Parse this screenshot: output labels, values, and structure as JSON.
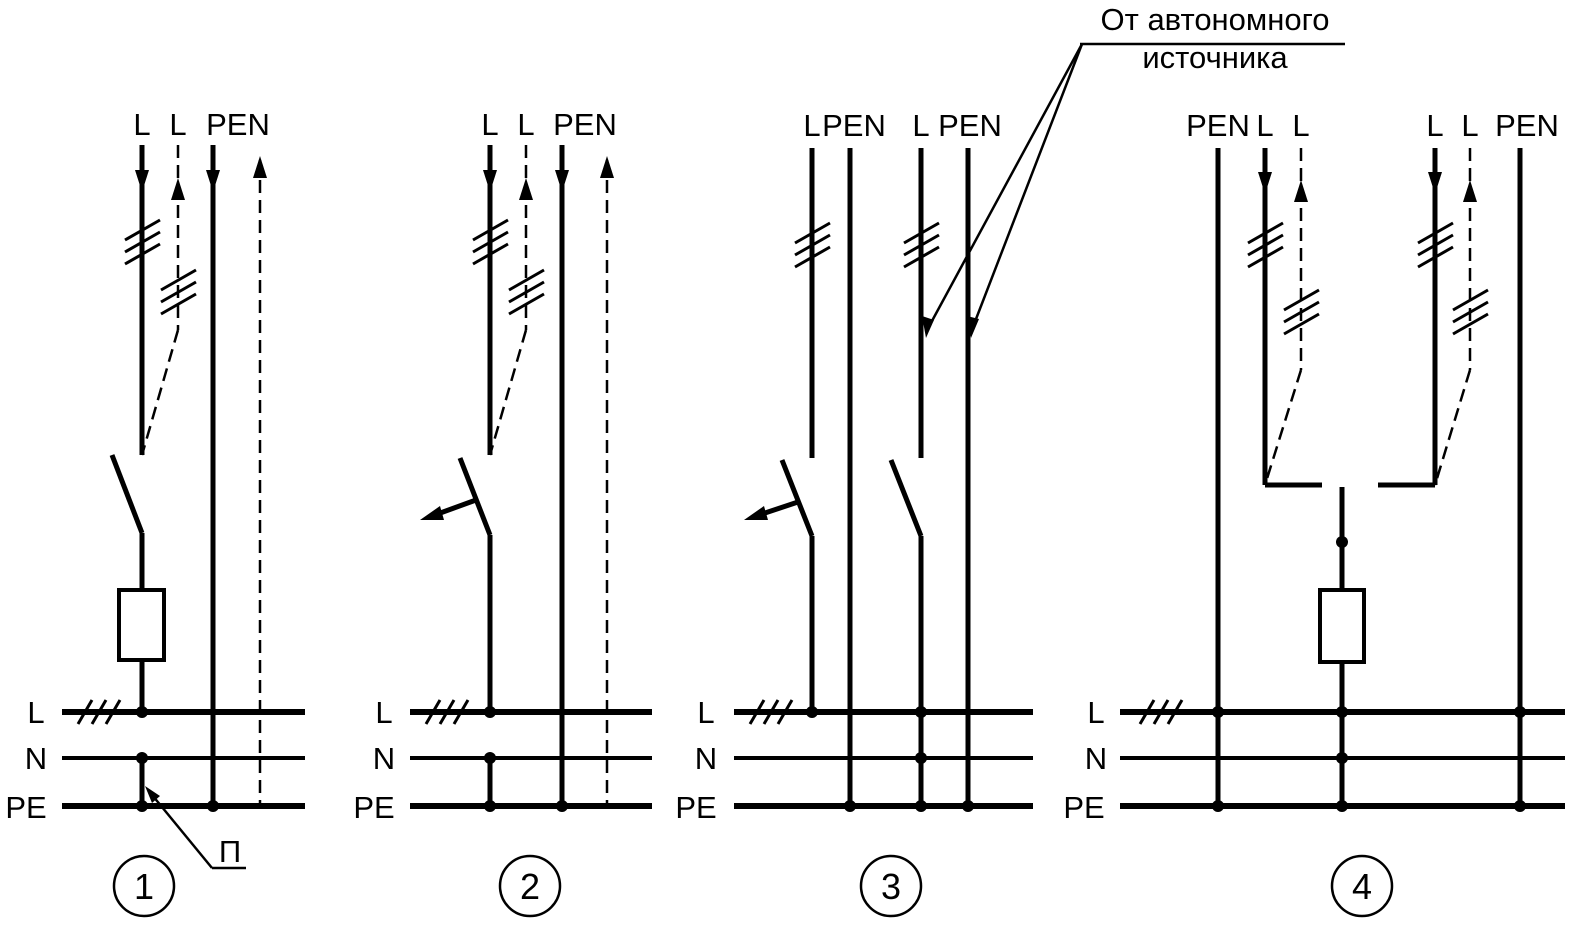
{
  "annotation": {
    "line1": "От автономного",
    "line2": "источника"
  },
  "pe_connection_label": "П",
  "diagrams": [
    {
      "number": "1",
      "top_labels": [
        "L",
        "L",
        "PEN"
      ],
      "bus_labels": [
        "L",
        "N",
        "PE"
      ]
    },
    {
      "number": "2",
      "top_labels": [
        "L",
        "L",
        "PEN"
      ],
      "bus_labels": [
        "L",
        "N",
        "PE"
      ]
    },
    {
      "number": "3",
      "top_labels": [
        "L",
        "PEN",
        "L",
        "PEN"
      ],
      "bus_labels": [
        "L",
        "N",
        "PE"
      ]
    },
    {
      "number": "4",
      "top_labels": [
        "PEN",
        "L",
        "L",
        "L",
        "L",
        "PEN"
      ],
      "bus_labels": [
        "L",
        "N",
        "PE"
      ]
    }
  ]
}
